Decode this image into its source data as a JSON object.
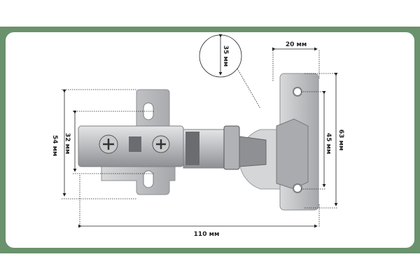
{
  "dimensions": {
    "top_width": "20 мм",
    "cup_diameter": "35 мм",
    "plate_height": "54 мм",
    "plate_hole_spacing": "32 мм",
    "total_length": "110 мм",
    "cup_plate_height": "63 мм",
    "cup_hole_spacing": "45 мм"
  },
  "colors": {
    "frame": "#6a926c",
    "metal": "#c9cacc",
    "metal_dark": "#7d7f82"
  }
}
